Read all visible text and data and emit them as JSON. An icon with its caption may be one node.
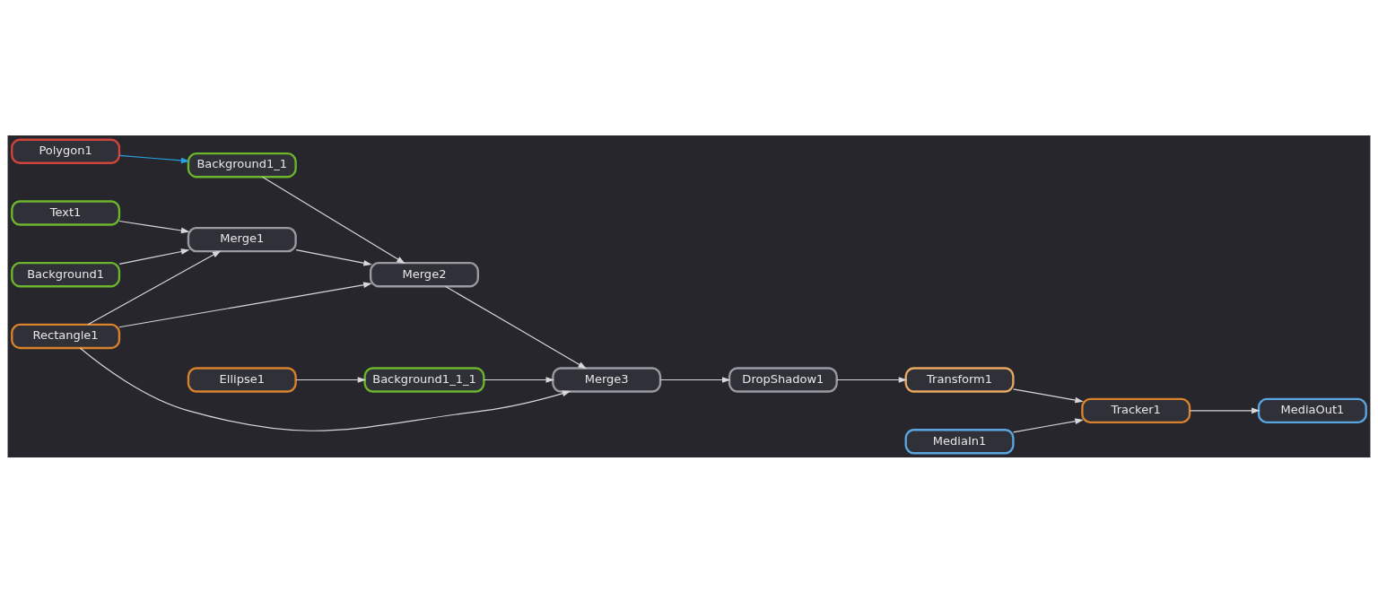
{
  "diagram": {
    "nodes": [
      {
        "text": [
          "Polygon1"
        ]
      },
      {
        "text": [
          "Ellipse1"
        ]
      },
      {
        "text": [
          "Text1"
        ]
      },
      {
        "text": [
          "Background1_1"
        ]
      },
      {
        "text": [
          "Background1_1_1"
        ]
      },
      {
        "text": [
          "Background1"
        ]
      },
      {
        "text": [
          "Merge1"
        ]
      },
      {
        "text": [
          "Merge2"
        ]
      },
      {
        "text": [
          "Merge3"
        ]
      },
      {
        "text": [
          "DropShadow1"
        ]
      },
      {
        "text": [
          "Transform1"
        ]
      },
      {
        "text": [
          "Rectangle1"
        ]
      },
      {
        "text": [
          "MediaIn1"
        ]
      },
      {
        "text": [
          "Tracker1"
        ]
      },
      {
        "text": [
          "MediaOut1"
        ]
      }
    ],
    "edges": [
      {
        "from": 0,
        "to": 3,
        "arrow": "to",
        "color": "#29a3e0"
      },
      {
        "from": 1,
        "to": 4,
        "arrow": "to"
      },
      {
        "from": 2,
        "to": 6,
        "arrow": "to"
      },
      {
        "from": 3,
        "to": 7,
        "arrow": "to"
      },
      {
        "from": 4,
        "to": 8,
        "arrow": "to"
      },
      {
        "from": 5,
        "to": 6,
        "arrow": "to"
      },
      {
        "from": 6,
        "to": 7,
        "arrow": "to"
      },
      {
        "from": 7,
        "to": 8,
        "arrow": "to"
      },
      {
        "from": 8,
        "to": 9,
        "arrow": "to"
      },
      {
        "from": 9,
        "to": 10,
        "arrow": "to"
      },
      {
        "from": 11,
        "to": 6,
        "arrow": "to"
      },
      {
        "from": 11,
        "to": 7,
        "arrow": "to"
      },
      {
        "from": 11,
        "to": 8,
        "arrow": "to"
      },
      {
        "from": 10,
        "to": 13,
        "arrow": "to"
      },
      {
        "from": 12,
        "to": 13,
        "arrow": "to"
      },
      {
        "from": 13,
        "to": 14,
        "arrow": "to"
      }
    ]
  }
}
